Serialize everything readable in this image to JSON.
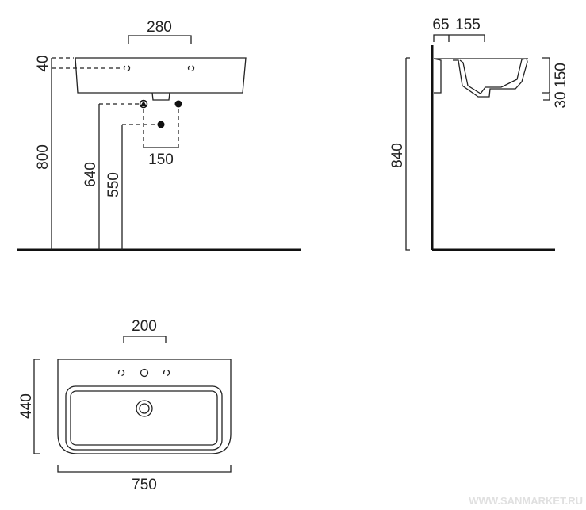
{
  "front_view": {
    "tap_hole_spacing": "280",
    "rim_to_hole": "40",
    "rim_height": "800",
    "supply_height": "640",
    "waste_height": "550",
    "supply_spacing": "150"
  },
  "side_view": {
    "wall_to_hole": "65",
    "hole_to_bowl": "155",
    "total_height": "840",
    "basin_height": "150",
    "overflow_drop": "30"
  },
  "top_view": {
    "hole_spacing": "200",
    "depth": "440",
    "width": "750"
  },
  "watermark": "WWW.SANMARKET.RU"
}
